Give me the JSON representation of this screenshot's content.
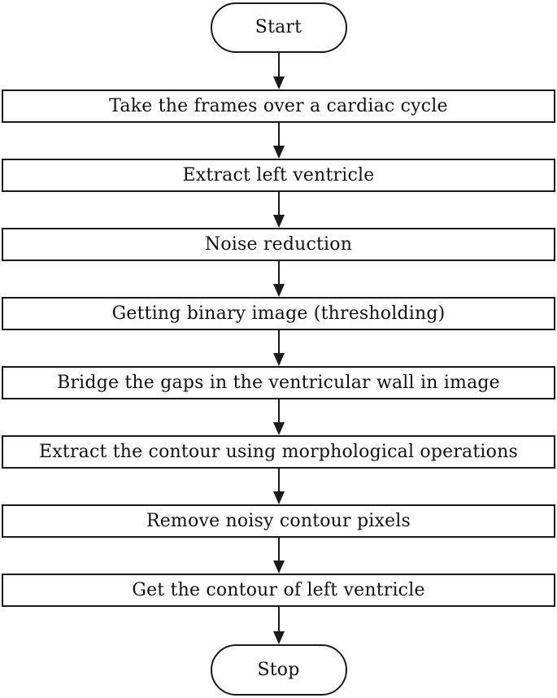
{
  "flowchart": {
    "start_label": "Start",
    "stop_label": "Stop",
    "steps": [
      "Take the frames over a cardiac cycle",
      "Extract left ventricle",
      "Noise reduction",
      "Getting binary image (thresholding)",
      "Bridge the gaps in the ventricular wall in image",
      "Extract the contour using morphological operations",
      "Remove noisy contour pixels",
      "Get the contour of left ventricle"
    ],
    "colors": {
      "border": "#1a1a1a",
      "text": "#111111",
      "background": "#ffffff"
    }
  }
}
